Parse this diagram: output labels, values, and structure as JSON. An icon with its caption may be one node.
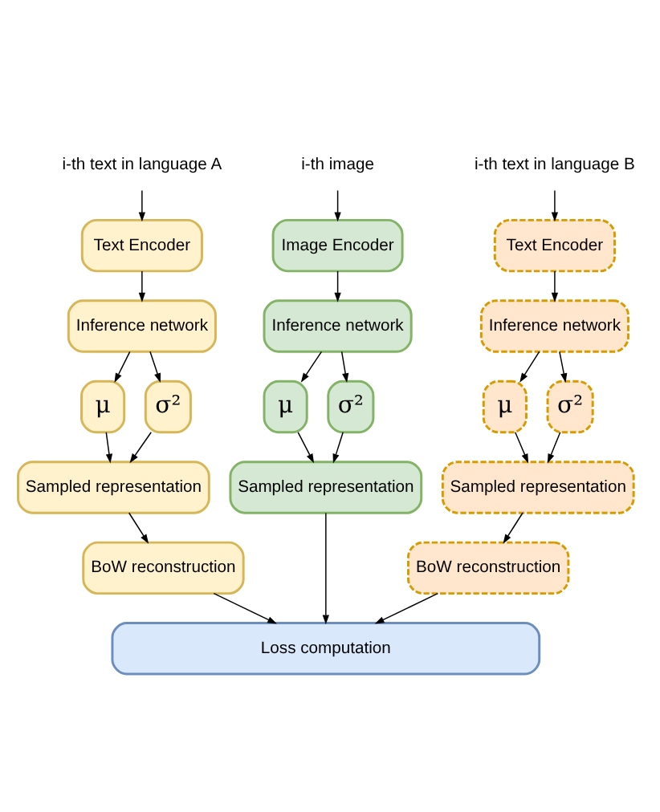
{
  "diagram": {
    "nodes": [
      {
        "text": [
          "i-th text in language A"
        ]
      },
      {
        "text": [
          "i-th text in language B"
        ]
      },
      {
        "text": [
          "i-th image"
        ]
      },
      {
        "text": [
          "Text Encoder"
        ]
      },
      {
        "text": [
          "Text Encoder"
        ]
      },
      {
        "text": [
          "Image Encoder"
        ]
      },
      {
        "text": [
          "Inference network"
        ]
      },
      {
        "text": [
          "Inference network"
        ]
      },
      {
        "text": [
          "Inference network"
        ]
      },
      {
        "text": [
          "μ"
        ]
      },
      {
        "text": [
          "σ²"
        ]
      },
      {
        "text": [
          "μ"
        ]
      },
      {
        "text": [
          "σ²"
        ]
      },
      {
        "text": [
          "μ"
        ]
      },
      {
        "text": [
          "σ²"
        ]
      },
      {
        "text": [
          "Sampled representation"
        ]
      },
      {
        "text": [
          "Sampled representation"
        ]
      },
      {
        "text": [
          "Sampled representation"
        ]
      },
      {
        "text": [
          "BoW reconstruction"
        ]
      },
      {
        "text": [
          "BoW reconstruction"
        ]
      },
      {
        "text": [
          "Loss computation"
        ]
      }
    ],
    "edges": [
      {
        "from": 0,
        "to": 3,
        "arrow": "to"
      },
      {
        "from": 1,
        "to": 4,
        "arrow": "to"
      },
      {
        "from": 2,
        "to": 5,
        "arrow": "to"
      },
      {
        "from": 3,
        "to": 6,
        "arrow": "to"
      },
      {
        "from": 4,
        "to": 7,
        "arrow": "to"
      },
      {
        "from": 5,
        "to": 8,
        "arrow": "to"
      },
      {
        "from": 6,
        "to": 9,
        "arrow": "to"
      },
      {
        "from": 6,
        "to": 10,
        "arrow": "to"
      },
      {
        "from": 7,
        "to": 11,
        "arrow": "to"
      },
      {
        "from": 7,
        "to": 12,
        "arrow": "to"
      },
      {
        "from": 8,
        "to": 13,
        "arrow": "to"
      },
      {
        "from": 8,
        "to": 14,
        "arrow": "to"
      },
      {
        "from": 9,
        "to": 15,
        "arrow": "to"
      },
      {
        "from": 10,
        "to": 15,
        "arrow": "to"
      },
      {
        "from": 11,
        "to": 16,
        "arrow": "to"
      },
      {
        "from": 12,
        "to": 16,
        "arrow": "to"
      },
      {
        "from": 13,
        "to": 17,
        "arrow": "to"
      },
      {
        "from": 14,
        "to": 17,
        "arrow": "to"
      },
      {
        "from": 15,
        "to": 18,
        "arrow": "to"
      },
      {
        "from": 16,
        "to": 19,
        "arrow": "to"
      },
      {
        "from": 18,
        "to": 20,
        "arrow": "to"
      },
      {
        "from": 19,
        "to": 20,
        "arrow": "to"
      },
      {
        "from": 17,
        "to": 20,
        "arrow": "to"
      }
    ]
  }
}
